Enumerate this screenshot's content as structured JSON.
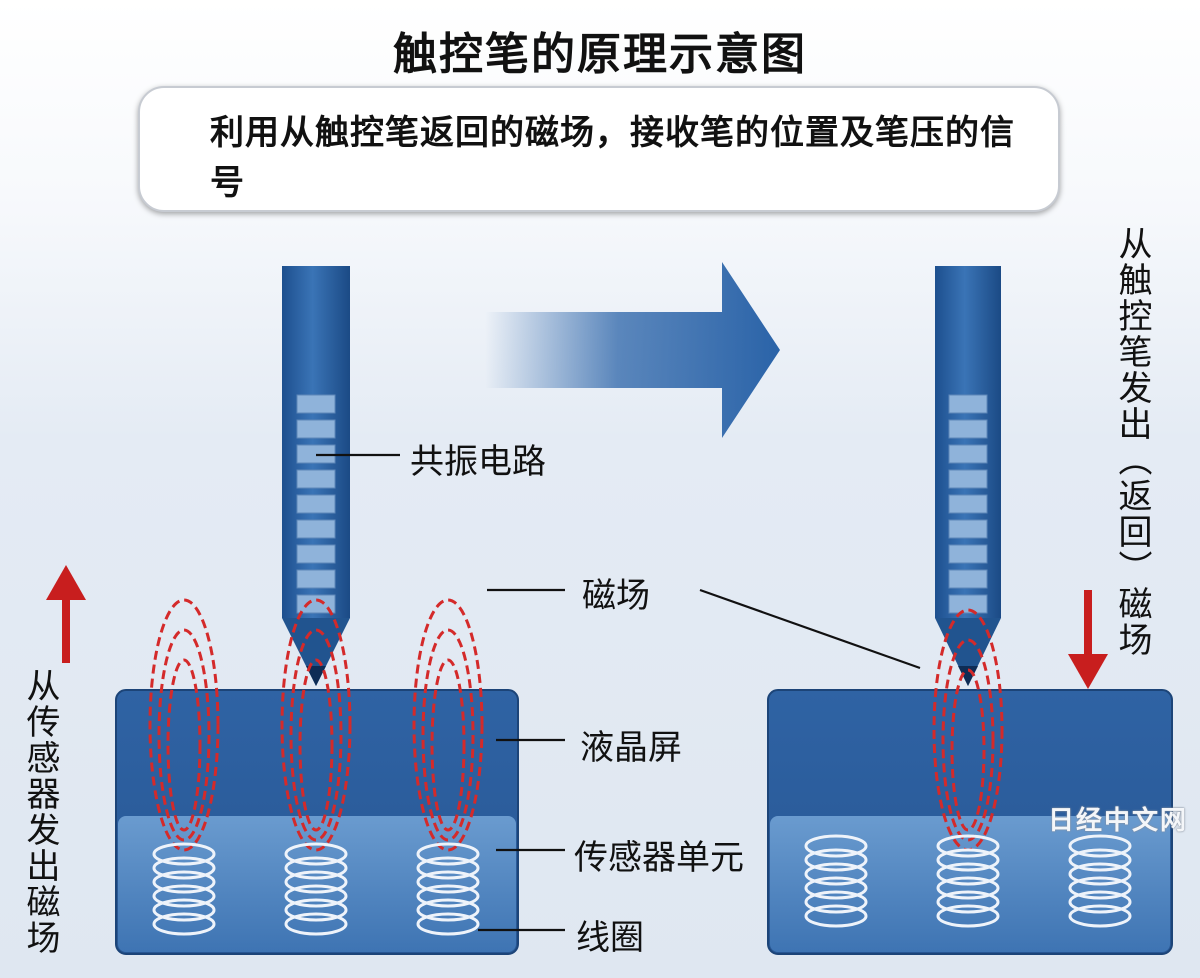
{
  "title": "触控笔的原理示意图",
  "caption": "利用从触控笔返回的磁场，接收笔的位置及笔压的信号",
  "labels": {
    "resonant_circuit": "共振电路",
    "magnetic_field": "磁场",
    "lcd": "液晶屏",
    "sensor_unit": "传感器单元",
    "coil": "线圈"
  },
  "left_side_text": "从传感器发出磁场",
  "right_side_text": "从触控笔发出（返回）磁场",
  "watermark": "日经中文网",
  "colors": {
    "pen_blue": "#2c64a6",
    "screen_blue": "#2c5f9f",
    "sensor_blue": "#5b8fc7",
    "field_red": "#d42a2a",
    "arrow_red": "#c81e1e",
    "big_arrow_blue": "#2a63a8"
  }
}
